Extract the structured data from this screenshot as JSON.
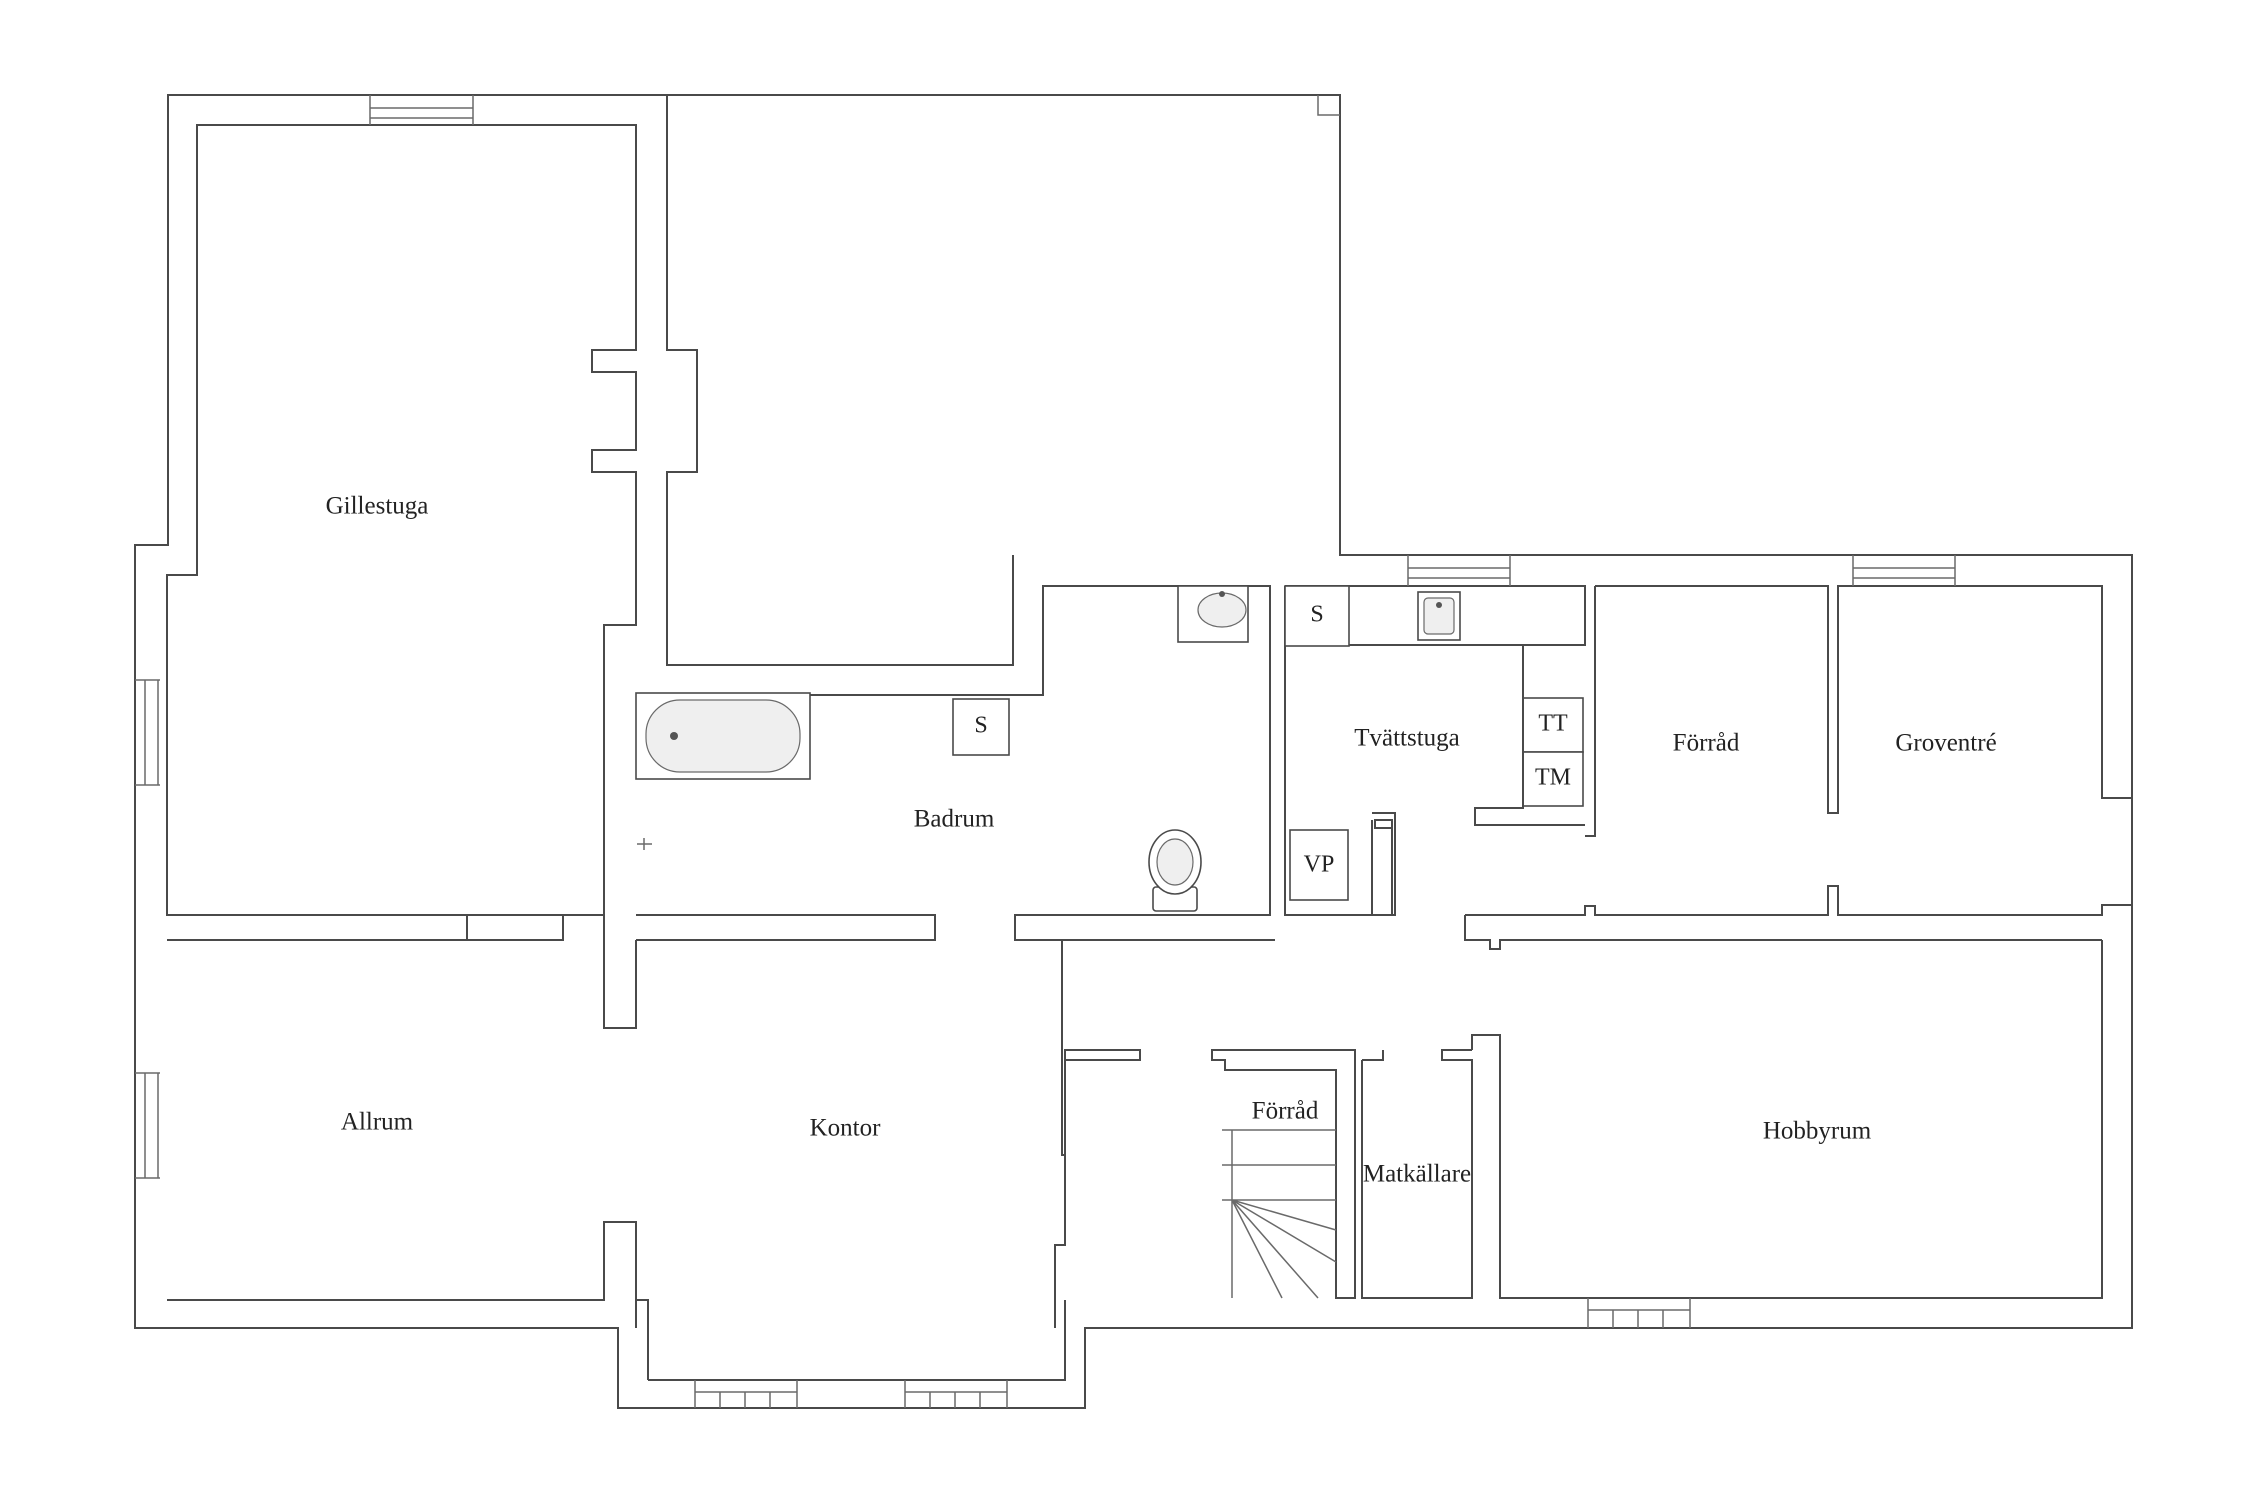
{
  "rooms": {
    "gillestuga": "Gillestuga",
    "allrum": "Allrum",
    "kontor": "Kontor",
    "badrum": "Badrum",
    "tvattstuga": "Tvättstuga",
    "forrad_upper": "Förråd",
    "groventre": "Groventré",
    "forrad_lower": "Förråd",
    "matkallare": "Matkällare",
    "hobbyrum": "Hobbyrum"
  },
  "appliances": {
    "shower_badrum": "S",
    "shower_tvattstuga": "S",
    "tumble_dryer": "TT",
    "washing_machine": "TM",
    "water_heater": "VP"
  },
  "colors": {
    "wall": "#4a4a4a",
    "background": "#ffffff",
    "text": "#222222"
  }
}
